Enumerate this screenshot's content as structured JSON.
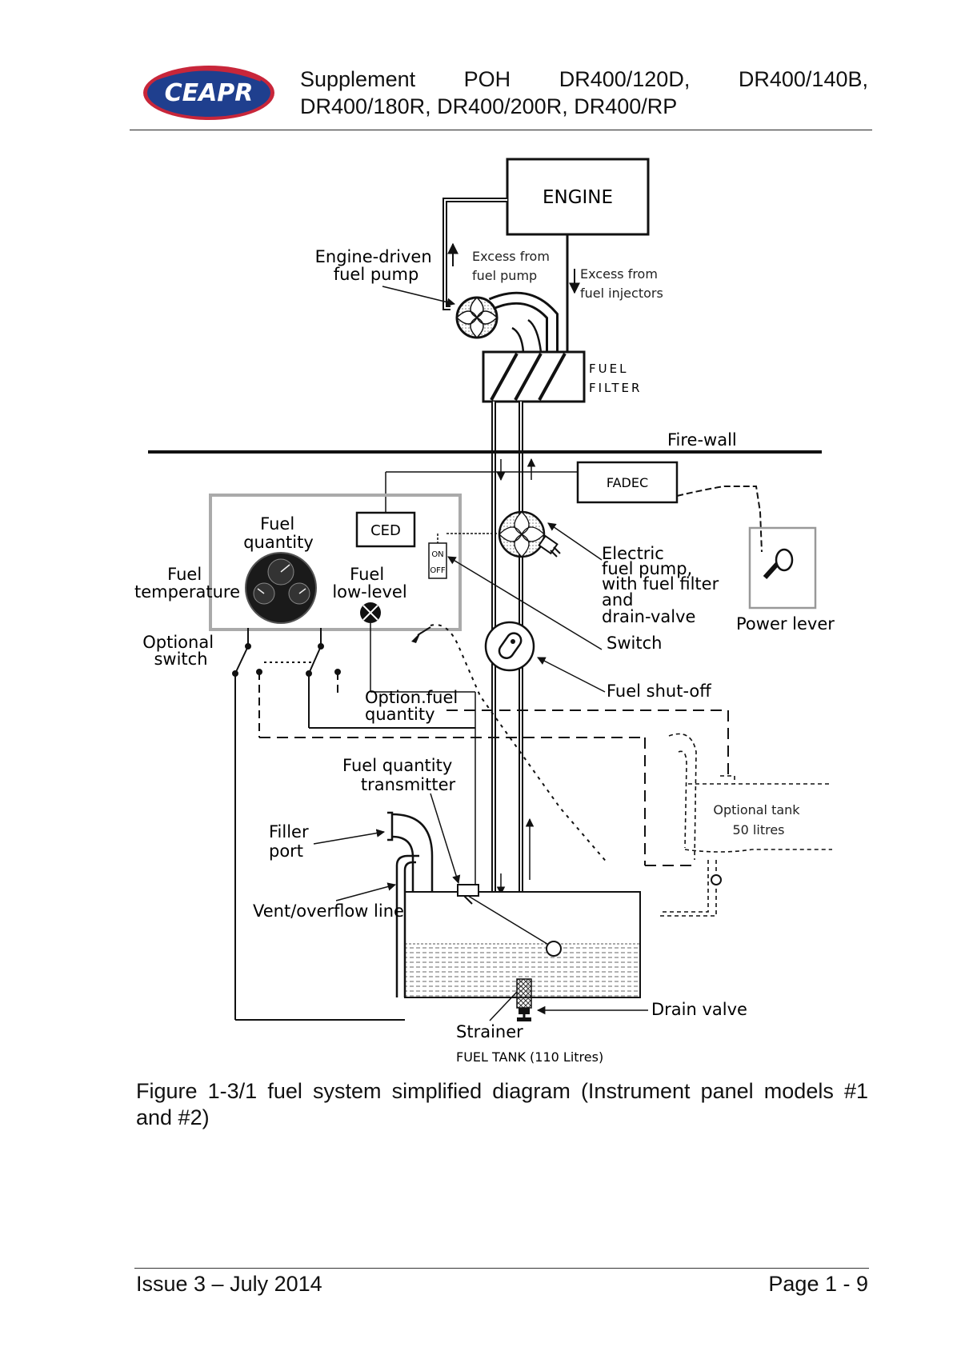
{
  "header": {
    "logo_text": "CEAPR",
    "title_line1": [
      "Supplement",
      "POH",
      "DR400/120D,",
      "DR400/140B,"
    ],
    "title_line2": "DR400/180R, DR400/200R, DR400/RP"
  },
  "diagram": {
    "engine": "ENGINE",
    "engine_pump_1": "Engine-driven",
    "engine_pump_2": "fuel pump",
    "excess_pump_1": "Excess from",
    "excess_pump_2": "fuel pump",
    "excess_inj_1": "Excess from",
    "excess_inj_2": "fuel injectors",
    "filter_1": "FUEL",
    "filter_2": "FILTER",
    "firewall": "Fire-wall",
    "fadec": "FADEC",
    "ced": "CED",
    "fuel_quantity_1": "Fuel",
    "fuel_quantity_2": "quantity",
    "fuel_temp_1": "Fuel",
    "fuel_temp_2": "temperature",
    "fuel_low_1": "Fuel",
    "fuel_low_2": "low-level",
    "switch_on": "ON",
    "switch_off": "OFF",
    "elec_pump_1": "Electric",
    "elec_pump_2": "fuel pump,",
    "elec_pump_3": "with fuel filter",
    "elec_pump_4": "and",
    "elec_pump_5": "drain-valve",
    "power_lever": "Power lever",
    "switch": "Switch",
    "optional_switch_1": "Optional",
    "optional_switch_2": "switch",
    "option_fuel_1": "Option.fuel",
    "option_fuel_2": "quantity",
    "shutoff": "Fuel shut-off",
    "transmitter_1": "Fuel quantity",
    "transmitter_2": "transmitter",
    "filler_1": "Filler",
    "filler_2": "port",
    "vent": "Vent/overflow line",
    "optional_tank_1": "Optional tank",
    "optional_tank_2": "50 litres",
    "drain_valve": "Drain valve",
    "strainer": "Strainer",
    "tank": "FUEL TANK (110 Litres)"
  },
  "caption": "Figure 1-3/1 fuel system simplified diagram (Instrument panel models #1 and #2)",
  "footer": {
    "issue": "Issue 3 – July 2014",
    "page": "Page 1 - 9"
  }
}
